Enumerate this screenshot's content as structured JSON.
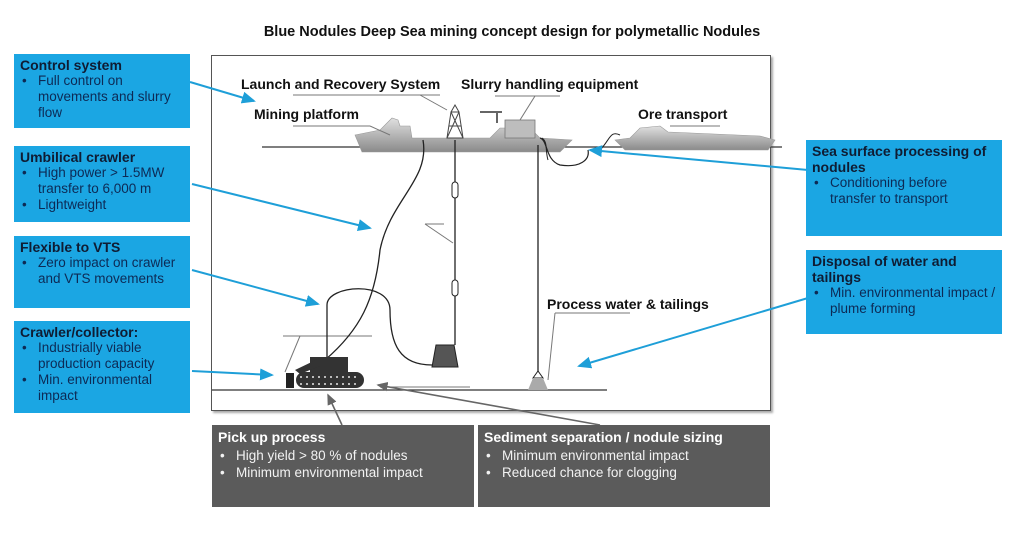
{
  "title": "Blue Nodules Deep Sea mining concept design for polymetallic Nodules",
  "diagram_labels": {
    "launch_recovery": "Launch and Recovery System",
    "slurry_handling": "Slurry handling equipment",
    "mining_platform": "Mining platform",
    "ore_transport": "Ore transport",
    "process_water": "Process water & tailings"
  },
  "left_boxes": [
    {
      "heading": "Control system",
      "bullets": [
        "Full control on movements and slurry flow"
      ]
    },
    {
      "heading": "Umbilical crawler",
      "bullets": [
        "High power > 1.5MW transfer to 6,000 m",
        "Lightweight"
      ]
    },
    {
      "heading": "Flexible to VTS",
      "bullets": [
        "Zero impact on crawler and VTS movements"
      ]
    },
    {
      "heading": "Crawler/collector:",
      "bullets": [
        "Industrially viable production capacity",
        "Min. environmental impact"
      ]
    }
  ],
  "right_boxes": [
    {
      "heading": "Sea surface processing of nodules",
      "bullets": [
        "Conditioning before transfer to transport"
      ]
    },
    {
      "heading": "Disposal of water and tailings",
      "bullets": [
        "Min. environmental impact / plume forming"
      ]
    }
  ],
  "bottom_boxes": [
    {
      "heading": "Pick up process",
      "bullets": [
        "High yield > 80 % of nodules",
        "Minimum environmental impact"
      ]
    },
    {
      "heading": "Sediment separation / nodule sizing",
      "bullets": [
        "Minimum environmental impact",
        "Reduced chance for clogging"
      ]
    }
  ],
  "colors": {
    "callout_blue": "#1ba6e3",
    "callout_gray": "#5b5b5b",
    "arrow_blue": "#1e9fd8"
  }
}
